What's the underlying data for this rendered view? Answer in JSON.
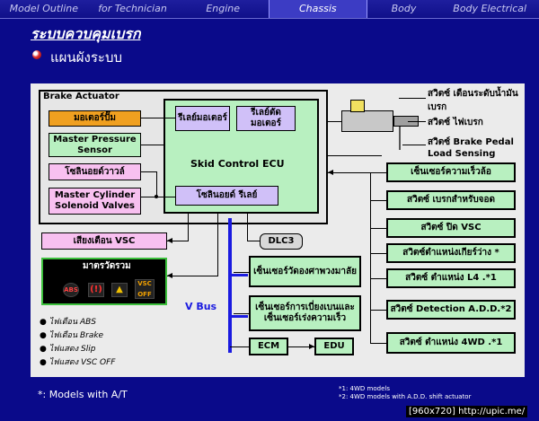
{
  "nav": {
    "items": [
      "Model Outline",
      "for Technician",
      "Engine",
      "Chassis",
      "Body",
      "Body Electrical"
    ],
    "active": "Chassis"
  },
  "page": {
    "title": "ระบบควบคุมเบรก",
    "subtitle": "แผนผังระบบ"
  },
  "diagram": {
    "brake_actuator_title": "Brake Actuator",
    "pump_motor": "มอเตอร์ปั๊ม",
    "master_pressure_sensor": "Master Pressure Sensor",
    "solenoid_valve": "โซลินอยด์วาวล์",
    "master_cylinder_valves": "Master Cylinder Solenoid Valves",
    "motor_relay": "รีเลย์มอเตอร์",
    "cutoff_relay": "รีเลย์ตัดมอเตอร์",
    "ecu": "Skid Control ECU",
    "solenoid_relay": "โซลินอยด์ รีเลย์",
    "vsc_buzzer": "เสียงเตือน VSC",
    "meter_title": "มาตรวัดรวม",
    "dlc3": "DLC3",
    "steering_sensor": "เซ็นเซอร์วัดองศาพวงมาลัย",
    "yaw_sensor": "เซ็นเซอร์การเบี่ยงเบนและเซ็นเซอร์เร่งความเร็ว",
    "vbus": "V Bus",
    "ecm": "ECM",
    "edu": "EDU",
    "brake_fluid_switch": "สวิตซ์ เตือนระดับน้ำมันเบรก",
    "brake_switch": "สวิตซ์ ไฟเบรก",
    "pedal_sensor": "สวิตซ์ Brake Pedal Load Sensing",
    "right_inputs": [
      "เซ็นเซอร์ความเร็วล้อ",
      "สวิตซ์ เบรกสำหรับจอด",
      "สวิตซ์ ปิด VSC",
      "สวิตซ์ตำแหน่งเกียร์ว่าง *",
      "สวิตซ์ ตำแหน่ง L4 .*1",
      "สวิตซ์  Detection A.D.D.*2",
      "สวิตซ์ ตำแหน่ง 4WD .*1"
    ],
    "lamps": [
      "ไฟเตือน ABS",
      "ไฟเตือน  Brake",
      "ไฟแสดง  Slip",
      "ไฟแสดง  VSC OFF"
    ],
    "lamp_icons": {
      "abs": "ABS",
      "vsc": "VSC OFF"
    }
  },
  "footer": {
    "models_note": "*: Models with A/T",
    "note1": "*1: 4WD models",
    "note2": "*2: 4WD models with A.D.D. shift actuator",
    "watermark": "[960x720] http://upic.me/"
  },
  "colors": {
    "background": "#0a0a8a",
    "panel": "#ebebeb",
    "green_box": "#b8f0c0",
    "orange_box": "#f0a020",
    "pink_box": "#f8c0f0",
    "bus": "#1a1ae0"
  }
}
